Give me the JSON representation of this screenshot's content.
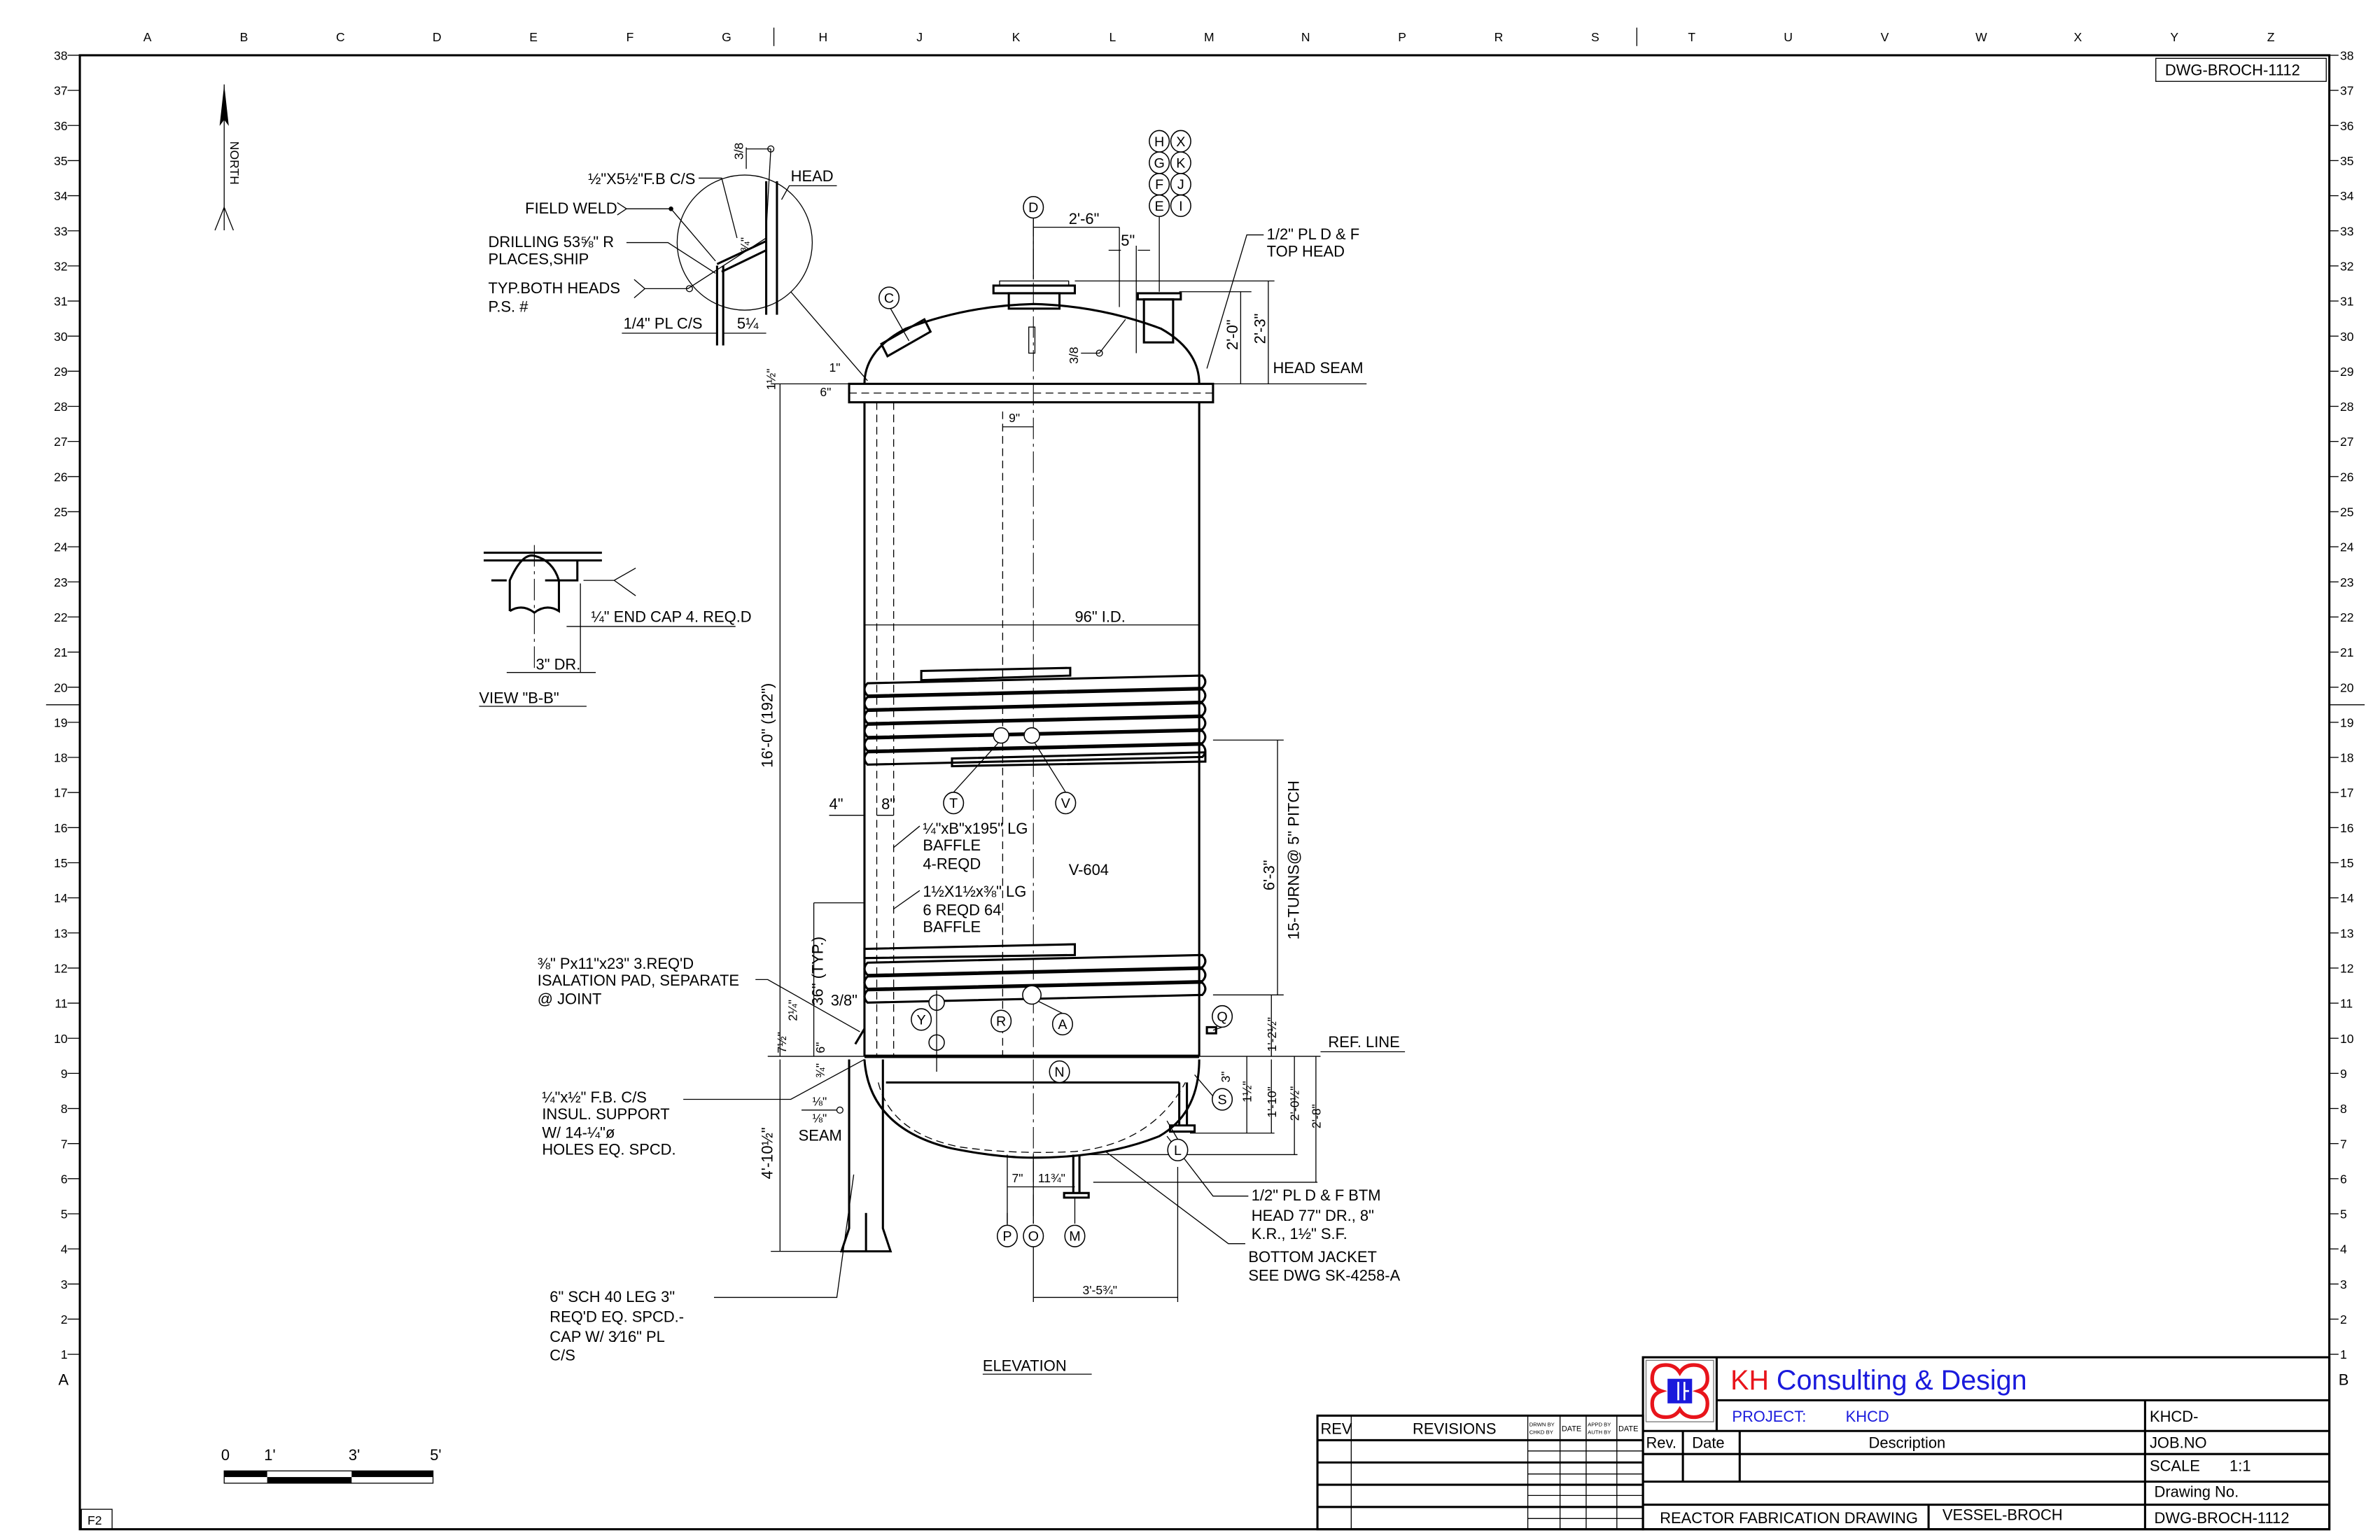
{
  "drawing_number_top": "DWG-BROCH-1112",
  "frame": {
    "columns": [
      "A",
      "B",
      "C",
      "D",
      "E",
      "F",
      "G",
      "H",
      "J",
      "K",
      "L",
      "M",
      "N",
      "P",
      "R",
      "S",
      "T",
      "U",
      "V",
      "W",
      "X",
      "Y",
      "Z"
    ],
    "rows": [
      "1",
      "2",
      "3",
      "4",
      "5",
      "6",
      "7",
      "8",
      "9",
      "10",
      "11",
      "12",
      "13",
      "14",
      "15",
      "16",
      "17",
      "18",
      "19",
      "20",
      "21",
      "22",
      "23",
      "24",
      "25",
      "26",
      "27",
      "28",
      "29",
      "30",
      "31",
      "32",
      "33",
      "34",
      "35",
      "36",
      "37",
      "38"
    ],
    "zone_left": "A",
    "zone_right": "B",
    "sheet": "F2"
  },
  "north": "NORTH",
  "detail_head": {
    "weld_size": "3/8",
    "flat_bar": "½\"X5½\"F.B C/S",
    "head": "HEAD",
    "field_weld": "FIELD WELD",
    "drilling": [
      "DRILLING 53⅝\" R",
      "PLACES,SHIP"
    ],
    "typ": [
      "TYP.BOTH HEADS",
      "P.S. #"
    ],
    "plate": "1/4\" PL C/S",
    "width": "5¼",
    "gap": "¾\""
  },
  "view_bb": {
    "title": "VIEW \"B-B\"",
    "end_cap": "¼\" END CAP 4. REQ.D",
    "dr": "3\" DR."
  },
  "top": {
    "dim_2_6": "2'-6\"",
    "dim_5": "5\"",
    "top_head": [
      "1/2\" PL D & F",
      "TOP HEAD"
    ],
    "head_seam": "HEAD SEAM",
    "dim_2_0": "2'-0\"",
    "dim_2_3": "2'-3\"",
    "dim_1_5": "1½\"",
    "dim_1": "1\"",
    "dim_6": "6\"",
    "dim_9": "9\"",
    "weld_3_8": "3/8"
  },
  "shell": {
    "id": "96\" I.D.",
    "height": "16'-0\" (192\")",
    "dim_4": "4\"",
    "dim_8": "8\"",
    "baffle1": [
      "¼\"xB\"x195\" LG",
      "BAFFLE",
      "4-REQD"
    ],
    "tag": "V-604",
    "baffle2": [
      "1½X1½x⅜\" LG",
      "6 REQD 64",
      "BAFFLE"
    ],
    "dim_6_3": "6'-3\"",
    "turns": "15-TURNS@ 5\" PITCH"
  },
  "lower": {
    "pad": [
      "⅜\" Px11\"x23\" 3.REQ'D",
      "ISALATION PAD, SEPARATE",
      "@ JOINT"
    ],
    "dim_36": "36\" (TYP.)",
    "dim_2_25": "2¼\"",
    "dim_3_8": "3/8\"",
    "dim_7_5": "7½\"",
    "dim_6": "6\"",
    "dim_3_4": "¾\"",
    "ref_line": "REF. LINE",
    "dim_1_2_5": "1'-2½\"",
    "dim_3": "3\"",
    "dim_1_5": "1½\"",
    "dim_1_10": "1'-10\"",
    "dim_2_0_5": "2'-0½\"",
    "dim_2_8": "2'-8\"",
    "insul": [
      "¼\"x½\" F.B. C/S",
      "INSUL. SUPPORT",
      "W/ 14-¼\"ø",
      "HOLES EQ. SPCD."
    ],
    "seam_a": "⅛\"",
    "seam_b": "⅛\"",
    "seam": "SEAM",
    "dim_4_10": "4'-10½\"",
    "dim_7": "7\"",
    "dim_11_75": "11¾\"",
    "btm_head": [
      "1/2\" PL D & F BTM",
      "HEAD 77\" DR., 8\"",
      "K.R., 1½\" S.F."
    ],
    "jacket": [
      "BOTTOM JACKET",
      "SEE DWG SK-4258-A"
    ],
    "dim_3_5": "3'-5¾\"",
    "leg": [
      "6\" SCH 40 LEG 3\"",
      "REQ'D EQ. SPCD.-",
      "CAP W/ 3⁄16\" PL",
      "C/S"
    ],
    "elevation": "ELEVATION"
  },
  "nozzles": {
    "C": "C",
    "D": "D",
    "H": "H",
    "X": "X",
    "G": "G",
    "K": "K",
    "F": "F",
    "J": "J",
    "E": "E",
    "I": "I",
    "T": "T",
    "V": "V",
    "Y": "Y",
    "R": "R",
    "A": "A",
    "Q": "Q",
    "N": "N",
    "S": "S",
    "L": "L",
    "P": "P",
    "O": "O",
    "M": "M"
  },
  "scale_bar": {
    "labels": [
      "0",
      "1'",
      "3'",
      "5'"
    ]
  },
  "revisions": {
    "rev": "REV",
    "revisions": "REVISIONS",
    "drwn": "DRWN BY",
    "chkd": "CHKD BY",
    "date1": "DATE",
    "appd": "APPD BY",
    "auth": "AUTH BY",
    "date2": "DATE"
  },
  "title_block": {
    "company_kh": "KH",
    "company_rest": "Consulting  &  Design",
    "project_label": "PROJECT:",
    "project_value": "KHCD",
    "client_code": "KHCD-",
    "rev": "Rev.",
    "date": "Date",
    "description": "Description",
    "job_no": "JOB.NO",
    "scale_label": "SCALE",
    "scale_value": "1:1",
    "drawing_no_label": "Drawing No.",
    "title": "REACTOR FABRICATION DRAWING",
    "subtitle": "VESSEL-BROCH",
    "drawing_no": "DWG-BROCH-1112",
    "colors": {
      "red": "#e8141b",
      "blue": "#1a1adc"
    }
  }
}
